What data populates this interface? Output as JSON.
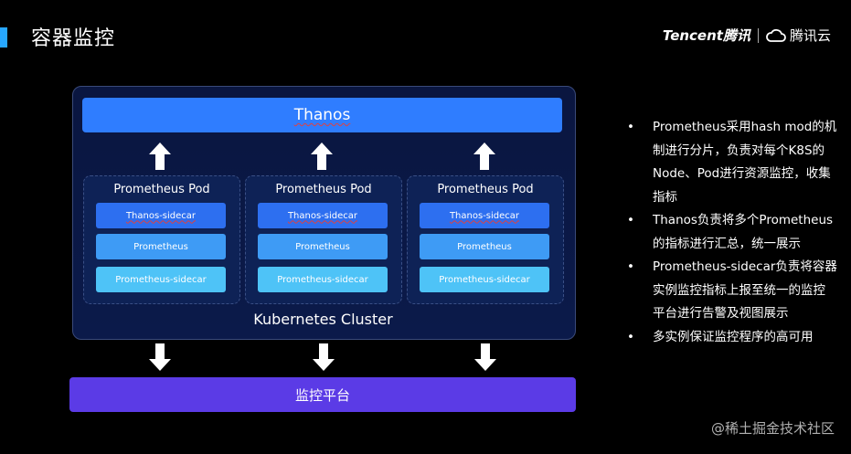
{
  "slide": {
    "title": "容器监控",
    "accent_color": "#27a7ff",
    "brand": {
      "tencent": "Tencent",
      "tencent_cn": "腾讯",
      "cloud": "腾讯云"
    }
  },
  "diagram": {
    "top_box": "Thanos",
    "pods": [
      {
        "title": "Prometheus Pod",
        "components": [
          "Thanos-sidecar",
          "Prometheus",
          "Prometheus-sidecar"
        ]
      },
      {
        "title": "Prometheus Pod",
        "components": [
          "Thanos-sidecar",
          "Prometheus",
          "Prometheus-sidecar"
        ]
      },
      {
        "title": "Prometheus Pod",
        "components": [
          "Thanos-sidecar",
          "Prometheus",
          "Prometheus-sidecar"
        ]
      }
    ],
    "cluster_label": "Kubernetes Cluster",
    "bottom_box": "监控平台",
    "colors": {
      "thanos": "#2f7dff",
      "platform": "#5b3be6",
      "cluster_bg": "#0a1640"
    }
  },
  "bullets": [
    "Prometheus采用hash mod的机制进行分片，负责对每个K8S的Node、Pod进行资源监控，收集指标",
    "Thanos负责将多个Prometheus的指标进行汇总，统一展示",
    "Prometheus-sidecar负责将容器实例监控指标上报至统一的监控平台进行告警及视图展示",
    "多实例保证监控程序的高可用"
  ],
  "watermark": "@稀土掘金技术社区"
}
